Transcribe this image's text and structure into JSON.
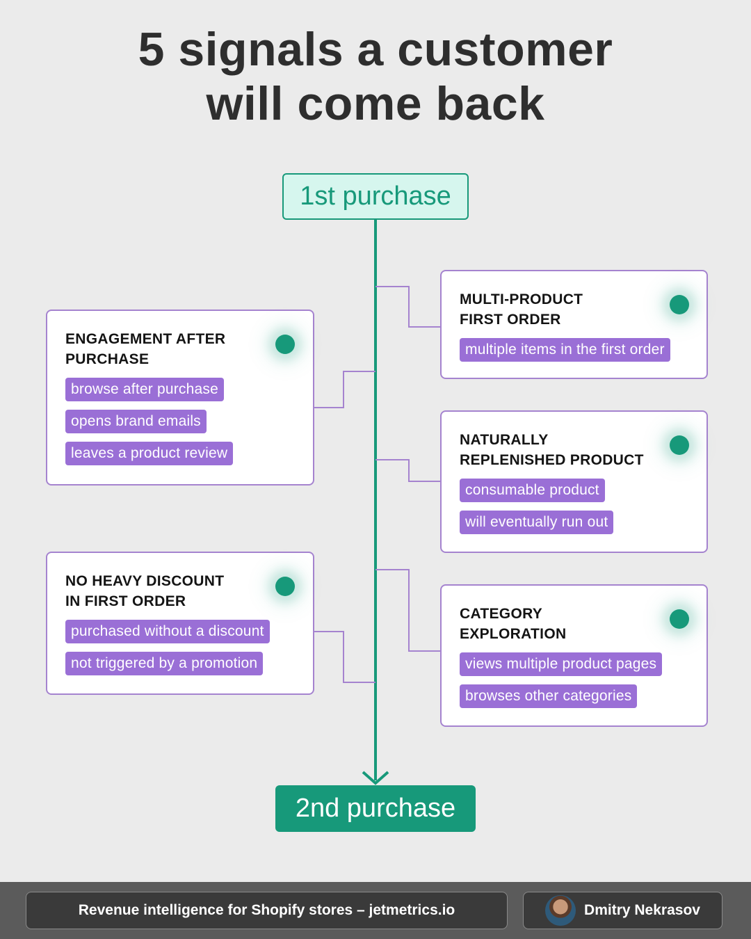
{
  "title": {
    "line1": "5 signals a customer",
    "line2": "will come back"
  },
  "flow": {
    "start": "1st purchase",
    "end": "2nd purchase"
  },
  "signals": [
    {
      "title_line1": "MULTI-PRODUCT",
      "title_line2": "FIRST ORDER",
      "tags": [
        "multiple items in the first order"
      ]
    },
    {
      "title_line1": "ENGAGEMENT AFTER",
      "title_line2": "PURCHASE",
      "tags": [
        "browse after purchase",
        "opens brand emails",
        "leaves a product review"
      ]
    },
    {
      "title_line1": "NATURALLY",
      "title_line2": "REPLENISHED PRODUCT",
      "tags": [
        "consumable product",
        "will eventually run out"
      ]
    },
    {
      "title_line1": "NO HEAVY DISCOUNT",
      "title_line2": "IN FIRST ORDER",
      "tags": [
        "purchased without a discount",
        "not triggered by a promotion"
      ]
    },
    {
      "title_line1": "CATEGORY",
      "title_line2": "EXPLORATION",
      "tags": [
        "views multiple product pages",
        "browses other categories"
      ]
    }
  ],
  "footer": {
    "tagline": "Revenue intelligence for Shopify stores – jetmetrics.io",
    "author": "Dmitry Nekrasov"
  },
  "colors": {
    "accent": "#17997a",
    "tag": "#9a6fd6",
    "border": "#a583cf",
    "background": "#ebebeb"
  }
}
